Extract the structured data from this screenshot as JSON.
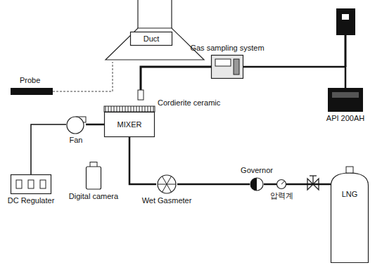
{
  "diagram": {
    "nodes": [
      {
        "text": [
          "Duct"
        ]
      },
      {
        "text": [
          "Gas sampling system"
        ]
      },
      {
        "text": [
          "API 200AH"
        ]
      },
      {
        "text": [
          "MIXER"
        ]
      },
      {
        "text": [
          "Fan"
        ]
      },
      {
        "text": [
          "DC Regulater"
        ]
      },
      {
        "text": [
          "Digital camera"
        ]
      },
      {
        "text": [
          "Wet Gasmeter"
        ]
      },
      {
        "text": [
          "Governor"
        ]
      },
      {
        "text": [
          "압력계"
        ]
      },
      {
        "text": [
          "LNG"
        ]
      }
    ],
    "edges": [
      {
        "from": 1,
        "to": 2,
        "arrow": "none"
      },
      {
        "from": 4,
        "to": 3,
        "arrow": "none"
      },
      {
        "from": 5,
        "to": 4,
        "arrow": "none"
      },
      {
        "from": 3,
        "to": 7,
        "arrow": "none"
      },
      {
        "from": 7,
        "to": 8,
        "arrow": "none"
      },
      {
        "from": 8,
        "to": 9,
        "arrow": "none"
      },
      {
        "from": 9,
        "to": 10,
        "arrow": "none"
      }
    ],
    "labels": [
      "Probe",
      "Cordierite ceramic"
    ]
  }
}
